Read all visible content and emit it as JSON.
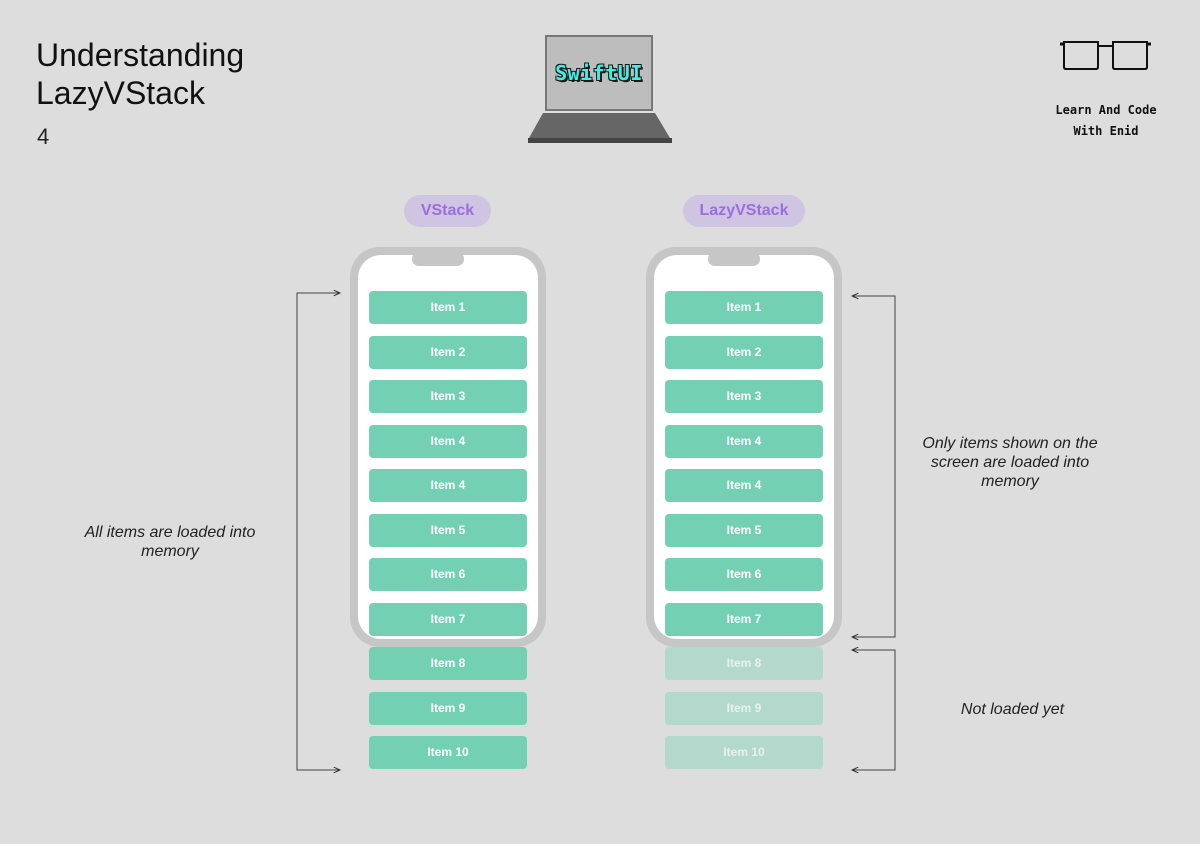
{
  "header": {
    "title": "Understanding LazyVStack",
    "page_number": "4",
    "laptop_label": "SwiftUI",
    "brand": "Learn And Code\nWith Enid"
  },
  "left": {
    "label": "VStack",
    "items": [
      "Item 1",
      "Item 2",
      "Item 3",
      "Item 4",
      "Item 4",
      "Item 5",
      "Item 6",
      "Item 7",
      "Item 8",
      "Item 9",
      "Item 10"
    ],
    "note": "All items are loaded into memory"
  },
  "right": {
    "label": "LazyVStack",
    "items": [
      "Item 1",
      "Item 2",
      "Item 3",
      "Item 4",
      "Item 4",
      "Item 5",
      "Item 6",
      "Item 7",
      "Item 8",
      "Item 9",
      "Item 10"
    ],
    "loaded_count": 8,
    "note_loaded": "Only items shown on the screen are loaded into memory",
    "note_unloaded": "Not loaded yet"
  },
  "colors": {
    "background": "#dddddd",
    "item": "#74d0b3",
    "item_faded": "#b3d9cc",
    "pill_bg": "#cfc4e2",
    "pill_text": "#9a6ee0",
    "laptop_text": "#3ef0e4"
  }
}
